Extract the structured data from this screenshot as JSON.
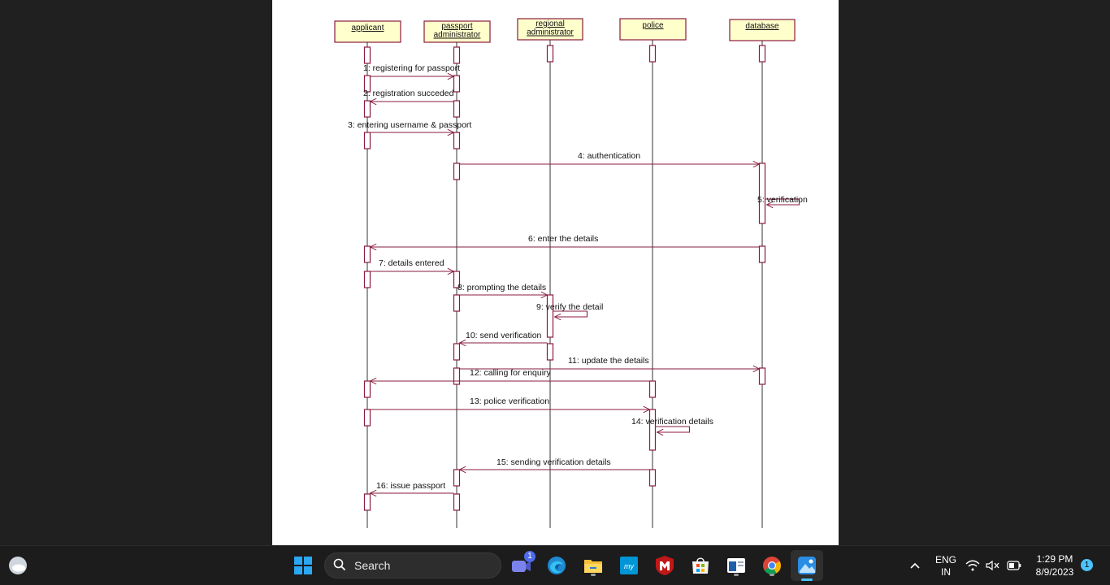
{
  "objects": [
    {
      "label_lines": [
        "applicant"
      ]
    },
    {
      "label_lines": [
        "passport",
        "administrator"
      ]
    },
    {
      "label_lines": [
        "regional",
        "administrator"
      ]
    },
    {
      "label_lines": [
        "police"
      ]
    },
    {
      "label_lines": [
        "database"
      ]
    }
  ],
  "messages": [
    "1: registering for passport",
    "2: registration succeded",
    "3: entering username & passport",
    "4: authentication",
    "5: verification",
    "6: enter the details",
    "7: details entered",
    "8: prompting the details",
    "9: verify the detail",
    "10: send verification",
    "11: update the details",
    "12: calling for enquiry",
    "13: police verification",
    "14: verification details",
    "15: sending verification details",
    "16: issue passport"
  ],
  "colors": {
    "diagram_line": "#8a1c3c",
    "object_fill": "#ffffcc",
    "viewer_bg": "#202020",
    "taskbar_bg": "#1c1c1c",
    "accent": "#4cc2ff"
  },
  "taskbar": {
    "search_label": "Search",
    "icons": [
      "weather-icon",
      "start-icon",
      "search-icon",
      "meet-icon",
      "edge-icon",
      "file-explorer-icon",
      "myhp-icon",
      "mcafee-icon",
      "store-icon",
      "app-icon",
      "chrome-icon",
      "photos-icon"
    ],
    "meet_badge": "1",
    "language_line1": "ENG",
    "language_line2": "IN",
    "time": "1:29 PM",
    "date": "8/9/2023",
    "notification_count": "1"
  }
}
